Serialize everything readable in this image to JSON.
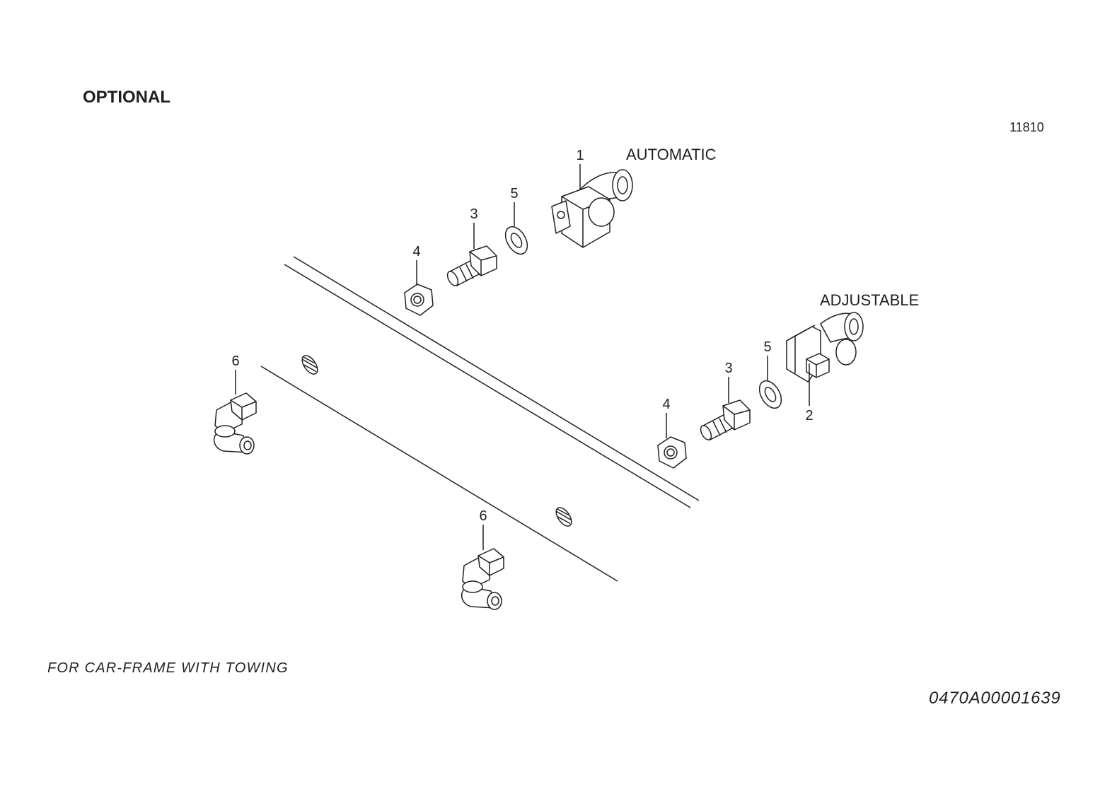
{
  "header": {
    "title": "OPTIONAL",
    "reference_number": "11810"
  },
  "variants": {
    "automatic": "AUTOMATIC",
    "adjustable": "ADJUSTABLE"
  },
  "callouts": {
    "c1": "1",
    "c2": "2",
    "c3a": "3",
    "c3b": "3",
    "c4a": "4",
    "c4b": "4",
    "c5a": "5",
    "c5b": "5",
    "c6a": "6",
    "c6b": "6"
  },
  "footer": {
    "caption": "FOR CAR-FRAME WITH TOWING",
    "document_id": "0470A00001639"
  }
}
